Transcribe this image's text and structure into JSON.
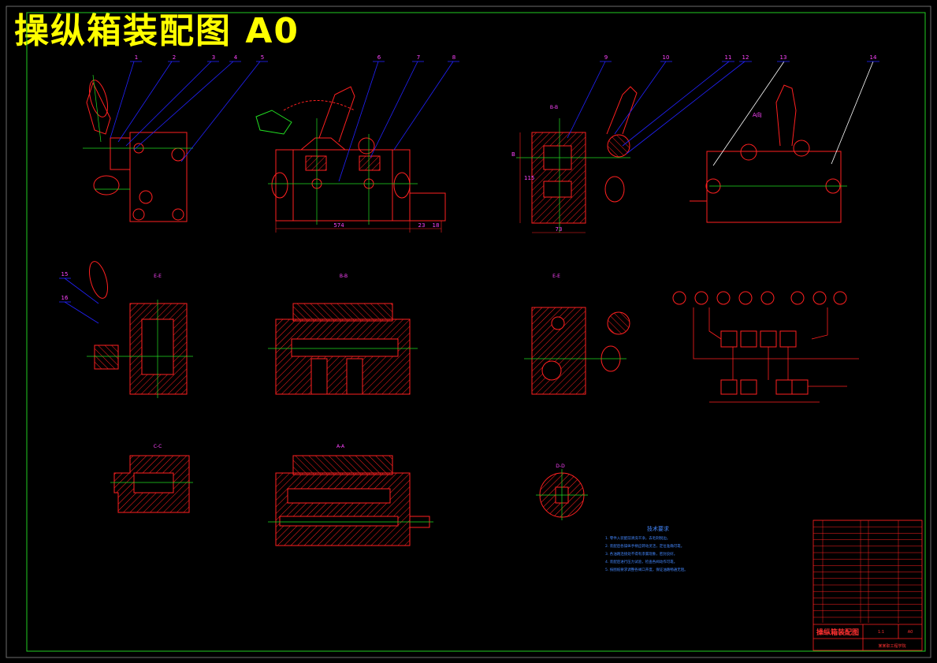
{
  "title": "操纵箱装配图  A0",
  "colors": {
    "background": "#000000",
    "frame": "#22cc22",
    "outline": "#ff2020",
    "center": "#22dd22",
    "leader": "#2222ff",
    "label": "#ff44ff",
    "hatch": "#ff2020",
    "title": "#ffff00",
    "notes": "#4488ff"
  },
  "part_numbers": [
    "1",
    "2",
    "3",
    "4",
    "5",
    "6",
    "7",
    "8",
    "9",
    "10",
    "11",
    "12",
    "13",
    "14",
    "15",
    "16"
  ],
  "sections": {
    "b_b_top": "B-B",
    "e_e": "E-E",
    "b_b": "B-B",
    "e_e2": "E-E",
    "c_c": "C-C",
    "a_a": "A-A",
    "d_d": "D-D"
  },
  "view_labels": {
    "side_marker": "B",
    "top_marker": "A向"
  },
  "dimensions": {
    "width_1": "574",
    "width_2": "23",
    "width_3": "18",
    "height_1": "115",
    "bottom_1": "73"
  },
  "tech_requirements": {
    "title": "技术要求",
    "lines": [
      "1. 零件入装配前清洗干净，去毛刺锐边。",
      "2. 装配后各操纵手柄应转动灵活，定位准确可靠。",
      "3. 各油路连接处不得有渗漏现象，密封良好。",
      "4. 装配后进行压力试验，检查各阀动作可靠。",
      "5. 按图纸要求调整各阀口开度，保证油路畅通无阻。"
    ]
  },
  "title_block": {
    "name": "操纵箱装配图",
    "school": "某某职工程学院",
    "scale": "1:1",
    "sheet": "A0"
  }
}
